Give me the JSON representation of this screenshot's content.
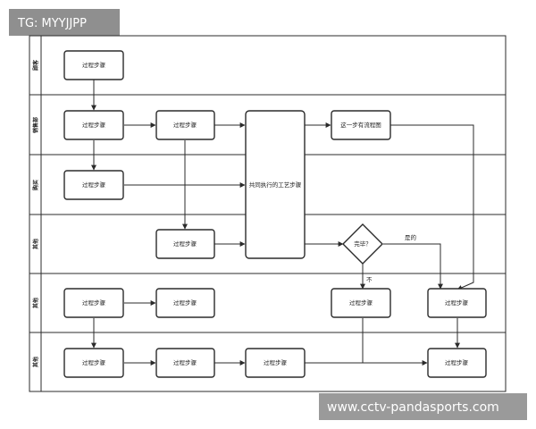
{
  "tag": {
    "text": "TG: MYYJJPP"
  },
  "watermark": {
    "text": "www.cctv-pandasports.com"
  },
  "lanes": [
    {
      "id": "lane1",
      "label": "顾客"
    },
    {
      "id": "lane2",
      "label": "销售部"
    },
    {
      "id": "lane3",
      "label": "购买"
    },
    {
      "id": "lane4",
      "label": "其他"
    },
    {
      "id": "lane5",
      "label": "其他"
    },
    {
      "id": "lane6",
      "label": "其他"
    }
  ],
  "nodes": {
    "p1": "过程步骤",
    "p2": "过程步骤",
    "p3": "过程步骤",
    "p4": "过程步骤",
    "p5": "过程步骤",
    "p6": "过程步骤",
    "p7": "过程步骤",
    "p8": "过程步骤",
    "p9": "过程步骤",
    "p10": "过程步骤",
    "p11": "过程步骤",
    "p12": "过程步骤",
    "p13": "过程步骤",
    "shared": "共同执行的工艺步骤",
    "next": "这一步有流程图",
    "decision": "完毕？"
  },
  "edge_labels": {
    "yes": "是的",
    "no": "不"
  },
  "colors": {
    "line": "#2b2b2b",
    "tag_bg": "#8f8f8f",
    "watermark_bg": "#9a9a9a"
  }
}
